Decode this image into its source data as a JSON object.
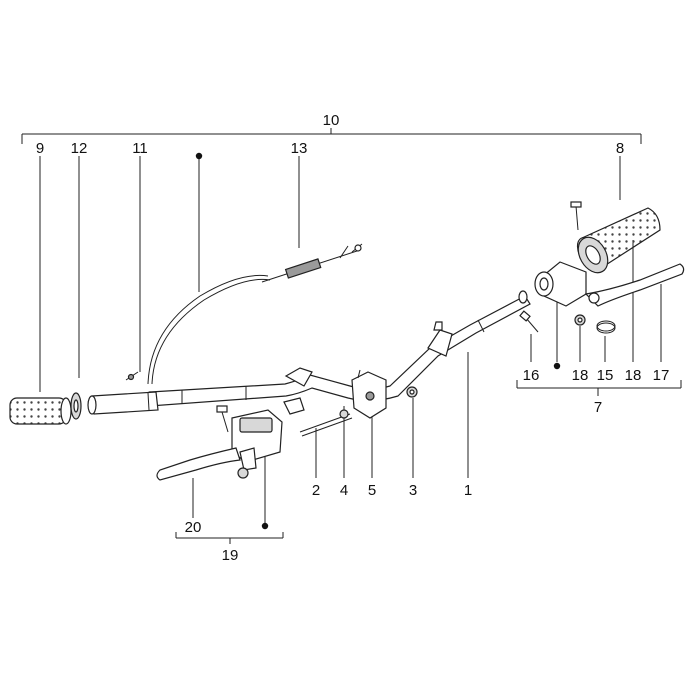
{
  "labels": {
    "top": [
      "10",
      "9",
      "12",
      "11",
      "13",
      "8"
    ],
    "bottom": [
      "2",
      "4",
      "5",
      "3",
      "1"
    ],
    "group7": [
      "16",
      "18",
      "15",
      "18",
      "17",
      "7"
    ],
    "group19": [
      "20",
      "19"
    ]
  }
}
